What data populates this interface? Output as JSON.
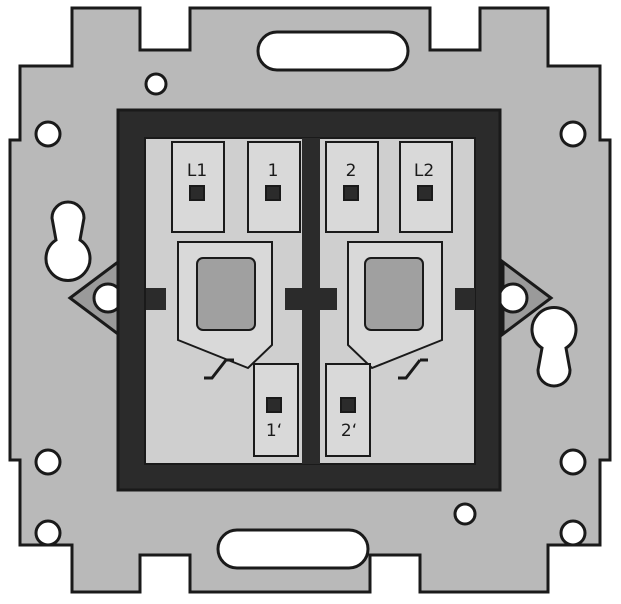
{
  "colors": {
    "background": "#ffffff",
    "plate": "#b9b9b9",
    "plate_dark": "#9a9a9a",
    "frame": "#2b2b2b",
    "inner": "#cfcfcf",
    "terminal": "#d9d9d9",
    "window": "#a0a0a0",
    "outline": "#1a1a1a"
  },
  "terminals": {
    "left_l": "L1",
    "left_1": "1",
    "right_2": "2",
    "right_l": "L2",
    "bottom_left": "1‘",
    "bottom_right": "2‘"
  },
  "icons": [
    "switch-symbol-icon",
    "screw-hole-icon",
    "keyhole-slot-icon"
  ]
}
